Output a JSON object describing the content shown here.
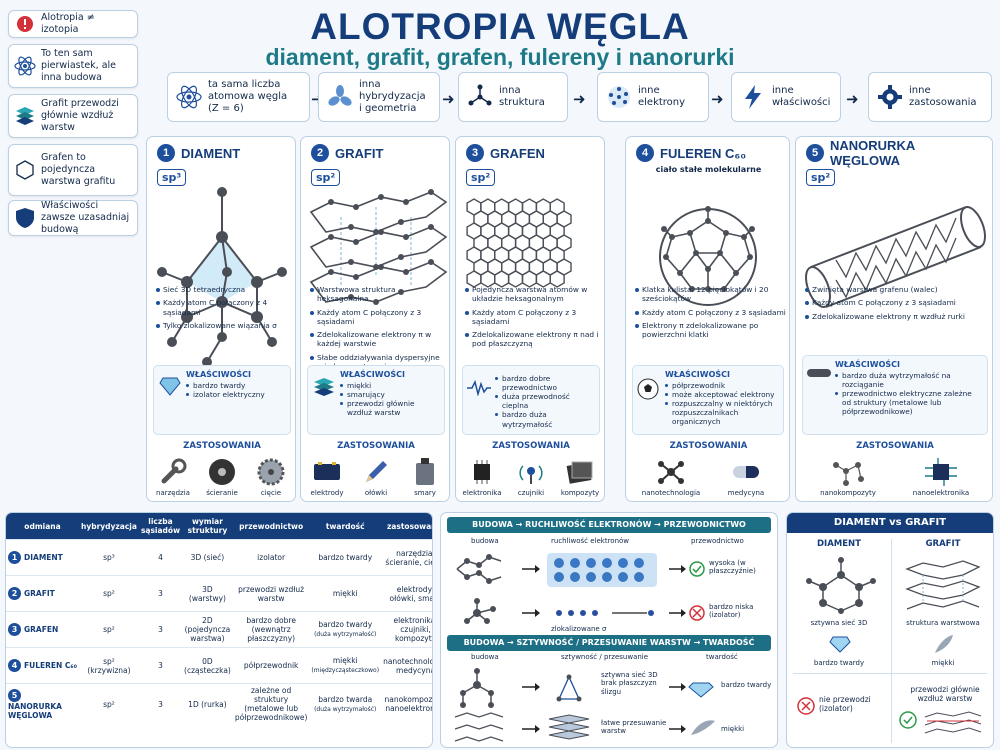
{
  "header": {
    "title": "ALOTROPIA WĘGLA",
    "subtitle": "diament, grafit, grafen, fulereny i nanorurki"
  },
  "notes": [
    {
      "icon": "exclamation-icon",
      "text": "Alotropia ≠ izotopia"
    },
    {
      "icon": "atom-icon",
      "text": "To ten sam pierwiastek, ale inna budowa"
    },
    {
      "icon": "layers-icon",
      "text": "Grafit przewodzi głównie wzdłuż warstw"
    },
    {
      "icon": "hexagon-icon",
      "text": "Grafen to pojedyncza warstwa grafitu"
    },
    {
      "icon": "shield-icon",
      "text": "Właściwości zawsze uzasadniaj budową"
    }
  ],
  "flow": [
    {
      "icon": "atom-icon",
      "text": "ta sama liczba atomowa węgla (Z = 6)"
    },
    {
      "icon": "orbital-icon",
      "text": "inna hybrydyzacja i geometria"
    },
    {
      "icon": "structure-icon",
      "text": "inna struktura"
    },
    {
      "icon": "electron-cloud-icon",
      "text": "inne elektrony"
    },
    {
      "icon": "lightning-icon",
      "text": "inne właściwości"
    },
    {
      "icon": "gear-icon",
      "text": "inne zastosowania"
    }
  ],
  "cards": [
    {
      "num": "1",
      "name": "DIAMENT",
      "hyb": "sp³",
      "subtitle": "",
      "bullets": [
        "Sieć 3D tetraedryczna",
        "Każdy atom C połączony z 4 sąsiadami",
        "Tylko zlokalizowane wiązania σ"
      ],
      "props_title": "WŁAŚCIWOŚCI",
      "props": [
        "bardzo twardy",
        "izolator elektryczny"
      ],
      "apps_title": "ZASTOSOWANIA",
      "apps": [
        "narzędzia",
        "ścieranie",
        "cięcie"
      ]
    },
    {
      "num": "2",
      "name": "GRAFIT",
      "hyb": "sp²",
      "subtitle": "",
      "bullets": [
        "Warstwowa struktura heksagonalna",
        "Każdy atom C połączony z 3 sąsiadami",
        "Zdelokalizowane elektrony π w każdej warstwie",
        "Słabe oddziaływania dyspersyjne między warstwami"
      ],
      "props_title": "WŁAŚCIWOŚCI",
      "props": [
        "miękki",
        "smarujący",
        "przewodzi głównie wzdłuż warstw"
      ],
      "apps_title": "ZASTOSOWANIA",
      "apps": [
        "elektrody",
        "ołówki",
        "smary"
      ]
    },
    {
      "num": "3",
      "name": "GRAFEN",
      "hyb": "sp²",
      "subtitle": "",
      "bullets": [
        "Pojedyncza warstwa atomów w układzie heksagonalnym",
        "Każdy atom C połączony z 3 sąsiadami",
        "Zdelokalizowane elektrony π nad i pod płaszczyzną"
      ],
      "props_title": "",
      "props": [
        "bardzo dobre przewodnictwo",
        "duża przewodność cieplna",
        "bardzo duża wytrzymałość"
      ],
      "apps_title": "ZASTOSOWANIA",
      "apps": [
        "elektronika",
        "czujniki",
        "kompozyty"
      ]
    },
    {
      "num": "4",
      "name": "FULEREN C₆₀",
      "hyb": "",
      "subtitle": "ciało stałe molekularne",
      "bullets": [
        "Klatka kulista: 12 pięciokątów i 20 sześciokątów",
        "Każdy atom C połączony z 3 sąsiadami",
        "Elektrony π zdelokalizowane po powierzchni klatki"
      ],
      "props_title": "WŁAŚCIWOŚCI",
      "props": [
        "półprzewodnik",
        "może akceptować elektrony",
        "rozpuszczalny w niektórych rozpuszczalnikach organicznych"
      ],
      "apps_title": "ZASTOSOWANIA",
      "apps": [
        "nanotechnologia",
        "medycyna"
      ]
    },
    {
      "num": "5",
      "name": "NANORURKA WĘGLOWA",
      "hyb": "sp²",
      "subtitle": "",
      "bullets": [
        "Zwinięta warstwa grafenu (walec)",
        "Każdy atom C połączony z 3 sąsiadami",
        "Zdelokalizowane elektrony π wzdłuż rurki"
      ],
      "props_title": "WŁAŚCIWOŚCI",
      "props": [
        "bardzo duża wytrzymałość na rozciąganie",
        "przewodnictwo elektryczne zależne od struktury (metalowe lub półprzewodnikowe)"
      ],
      "apps_title": "ZASTOSOWANIA",
      "apps": [
        "nanokompozyty",
        "nanoelektronika"
      ]
    }
  ],
  "table": {
    "headers": [
      "odmiana",
      "hybrydyzacja",
      "liczba sąsiadów",
      "wymiar struktury",
      "przewodnictwo",
      "twardość",
      "zastosowania"
    ],
    "rows": [
      {
        "num": "1",
        "name": "DIAMENT",
        "hyb": "sp³",
        "n": "4",
        "dim": "3D (sieć)",
        "cond": "izolator",
        "hard": "bardzo twardy",
        "hard_note": "",
        "apps": "narzędzia, ścieranie, cięcie"
      },
      {
        "num": "2",
        "name": "GRAFIT",
        "hyb": "sp²",
        "n": "3",
        "dim": "3D (warstwy)",
        "cond": "przewodzi wzdłuż warstw",
        "hard": "miękki",
        "hard_note": "",
        "apps": "elektrody, ołówki, smary"
      },
      {
        "num": "3",
        "name": "GRAFEN",
        "hyb": "sp²",
        "n": "3",
        "dim": "2D (pojedyncza warstwa)",
        "cond": "bardzo dobre (wewnątrz płaszczyzny)",
        "hard": "bardzo twardy",
        "hard_note": "(duża wytrzymałość)",
        "apps": "elektronika, czujniki, kompozyty"
      },
      {
        "num": "4",
        "name": "FULEREN C₆₀",
        "hyb": "sp² (krzywizna)",
        "n": "3",
        "dim": "0D (cząsteczka)",
        "cond": "półprzewodnik",
        "hard": "miękki",
        "hard_note": "(międzycząsteczkowo)",
        "apps": "nanotechnologia, medycyna"
      },
      {
        "num": "5",
        "name": "NANORURKA WĘGLOWA",
        "hyb": "sp²",
        "n": "3",
        "dim": "1D (rurka)",
        "cond": "zależne od struktury (metalowe lub półprzewodnikowe)",
        "hard": "bardzo twarda",
        "hard_note": "(duża wytrzymałość)",
        "apps": "nanokompozyty, nanoelektronika"
      }
    ]
  },
  "mid": {
    "sec1_title": "BUDOWA → RUCHLIWOŚĆ ELEKTRONÓW → PRZEWODNICTWO",
    "sec1_cols": [
      "budowa",
      "ruchliwość elektronów",
      "przewodnictwo"
    ],
    "sec1_low_label": "zlokalizowane σ",
    "sec1_high": "wysoka (w płaszczyźnie)",
    "sec1_low": "bardzo niska (izolator)",
    "sec2_title": "BUDOWA → SZTYWNOŚĆ / PRZESUWANIE WARSTW → TWARDOŚĆ",
    "sec2_cols": [
      "budowa",
      "sztywność / przesuwanie",
      "twardość"
    ],
    "sec2_a": "sztywna sieć 3D brak płaszczyzn ślizgu",
    "sec2_a_res": "bardzo twardy",
    "sec2_b": "łatwe przesuwanie warstw",
    "sec2_b_res": "miękki"
  },
  "compare": {
    "title": "DIAMENT vs GRAFIT",
    "left": "DIAMENT",
    "right": "GRAFIT",
    "left_struct": "sztywna sieć 3D",
    "right_struct": "struktura warstwowa",
    "left_hard": "bardzo twardy",
    "right_hard": "miękki",
    "left_cond": "nie przewodzi (izolator)",
    "right_cond": "przewodzi głównie wzdłuż warstw"
  },
  "colors": {
    "primary": "#143d7a",
    "teal": "#1d7a86",
    "accent": "#1d4f9c",
    "atom": "#4a4f57"
  }
}
